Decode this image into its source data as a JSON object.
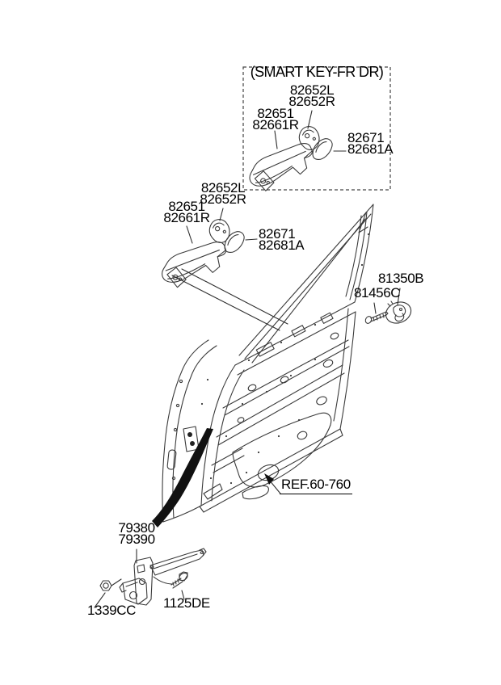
{
  "figure": {
    "colors": {
      "line": "#3a3a3a",
      "label": "#000000",
      "background": "#ffffff",
      "accent_fill": "#111111"
    },
    "inset": {
      "title": "(SMART KEY-FR DR)",
      "callout_cap": {
        "line1": "82652L",
        "line2": "82652R"
      },
      "callout_handle": {
        "line1": "82651",
        "line2": "82661R"
      },
      "callout_cover": {
        "line1": "82671",
        "line2": "82681A"
      }
    },
    "main": {
      "callout_cap": {
        "line1": "82652L",
        "line2": "82652R"
      },
      "callout_handle": {
        "line1": "82651",
        "line2": "82661R"
      },
      "callout_cover": {
        "line1": "82671",
        "line2": "82681A"
      },
      "callout_striker": "81350B",
      "callout_striker_screw": "81456C",
      "door_reference": "REF.60-760",
      "callout_checker": {
        "line1": "79380",
        "line2": "79390"
      },
      "callout_checker_nut": "1339CC",
      "callout_checker_bolt": "1125DE"
    }
  }
}
